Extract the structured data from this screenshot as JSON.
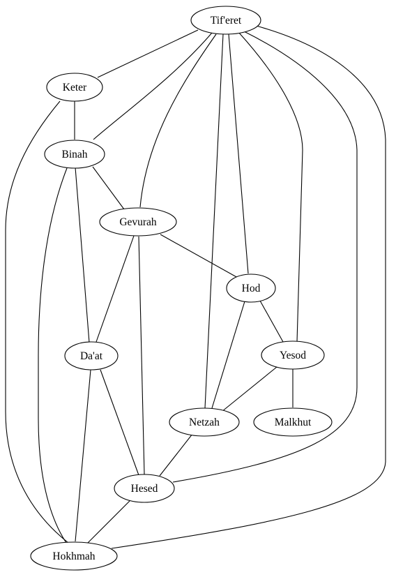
{
  "graph": {
    "nodes": [
      {
        "id": "tiferet",
        "label": "Tif'eret"
      },
      {
        "id": "keter",
        "label": "Keter"
      },
      {
        "id": "binah",
        "label": "Binah"
      },
      {
        "id": "gevurah",
        "label": "Gevurah"
      },
      {
        "id": "hod",
        "label": "Hod"
      },
      {
        "id": "daat",
        "label": "Da'at"
      },
      {
        "id": "yesod",
        "label": "Yesod"
      },
      {
        "id": "netzah",
        "label": "Netzah"
      },
      {
        "id": "malkhut",
        "label": "Malkhut"
      },
      {
        "id": "hesed",
        "label": "Hesed"
      },
      {
        "id": "hokhmah",
        "label": "Hokhmah"
      }
    ],
    "edges": [
      [
        "tiferet",
        "keter"
      ],
      [
        "tiferet",
        "binah"
      ],
      [
        "tiferet",
        "gevurah"
      ],
      [
        "tiferet",
        "hod"
      ],
      [
        "tiferet",
        "netzah"
      ],
      [
        "tiferet",
        "yesod"
      ],
      [
        "tiferet",
        "hesed"
      ],
      [
        "tiferet",
        "hokhmah"
      ],
      [
        "keter",
        "binah"
      ],
      [
        "keter",
        "hokhmah"
      ],
      [
        "binah",
        "gevurah"
      ],
      [
        "binah",
        "daat"
      ],
      [
        "binah",
        "hokhmah"
      ],
      [
        "gevurah",
        "hod"
      ],
      [
        "gevurah",
        "daat"
      ],
      [
        "gevurah",
        "hesed"
      ],
      [
        "hod",
        "yesod"
      ],
      [
        "hod",
        "netzah"
      ],
      [
        "yesod",
        "netzah"
      ],
      [
        "yesod",
        "malkhut"
      ],
      [
        "daat",
        "hesed"
      ],
      [
        "daat",
        "hokhmah"
      ],
      [
        "netzah",
        "hesed"
      ],
      [
        "hesed",
        "hokhmah"
      ]
    ]
  }
}
